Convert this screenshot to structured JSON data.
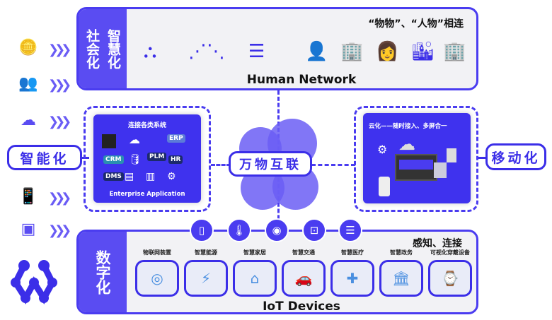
{
  "top": {
    "side_cols": [
      "社会化",
      "智慧化"
    ],
    "tagline": "“物物”、“人物”相连",
    "title": "Human Network"
  },
  "left_pill": "智能化",
  "center_pill": "万物互联",
  "right_pill": "移动化",
  "enterprise": {
    "heading": "连接各类系统",
    "footer": "Enterprise Application",
    "badges": [
      "ERP",
      "CRM",
      "PLM",
      "HR",
      "DMS"
    ]
  },
  "cloud": {
    "heading": "云化——随时接入、多屏合一"
  },
  "bottom": {
    "side": "数字化",
    "tagline": "感知、连接",
    "title": "IoT Devices",
    "categories": [
      "物联网装置",
      "智慧能源",
      "智慧家居",
      "智慧交通",
      "智慧医疗",
      "智慧政务",
      "可视化穿戴设备"
    ]
  },
  "colors": {
    "primary": "#4a3cf0",
    "side": "#5a4cf2"
  }
}
